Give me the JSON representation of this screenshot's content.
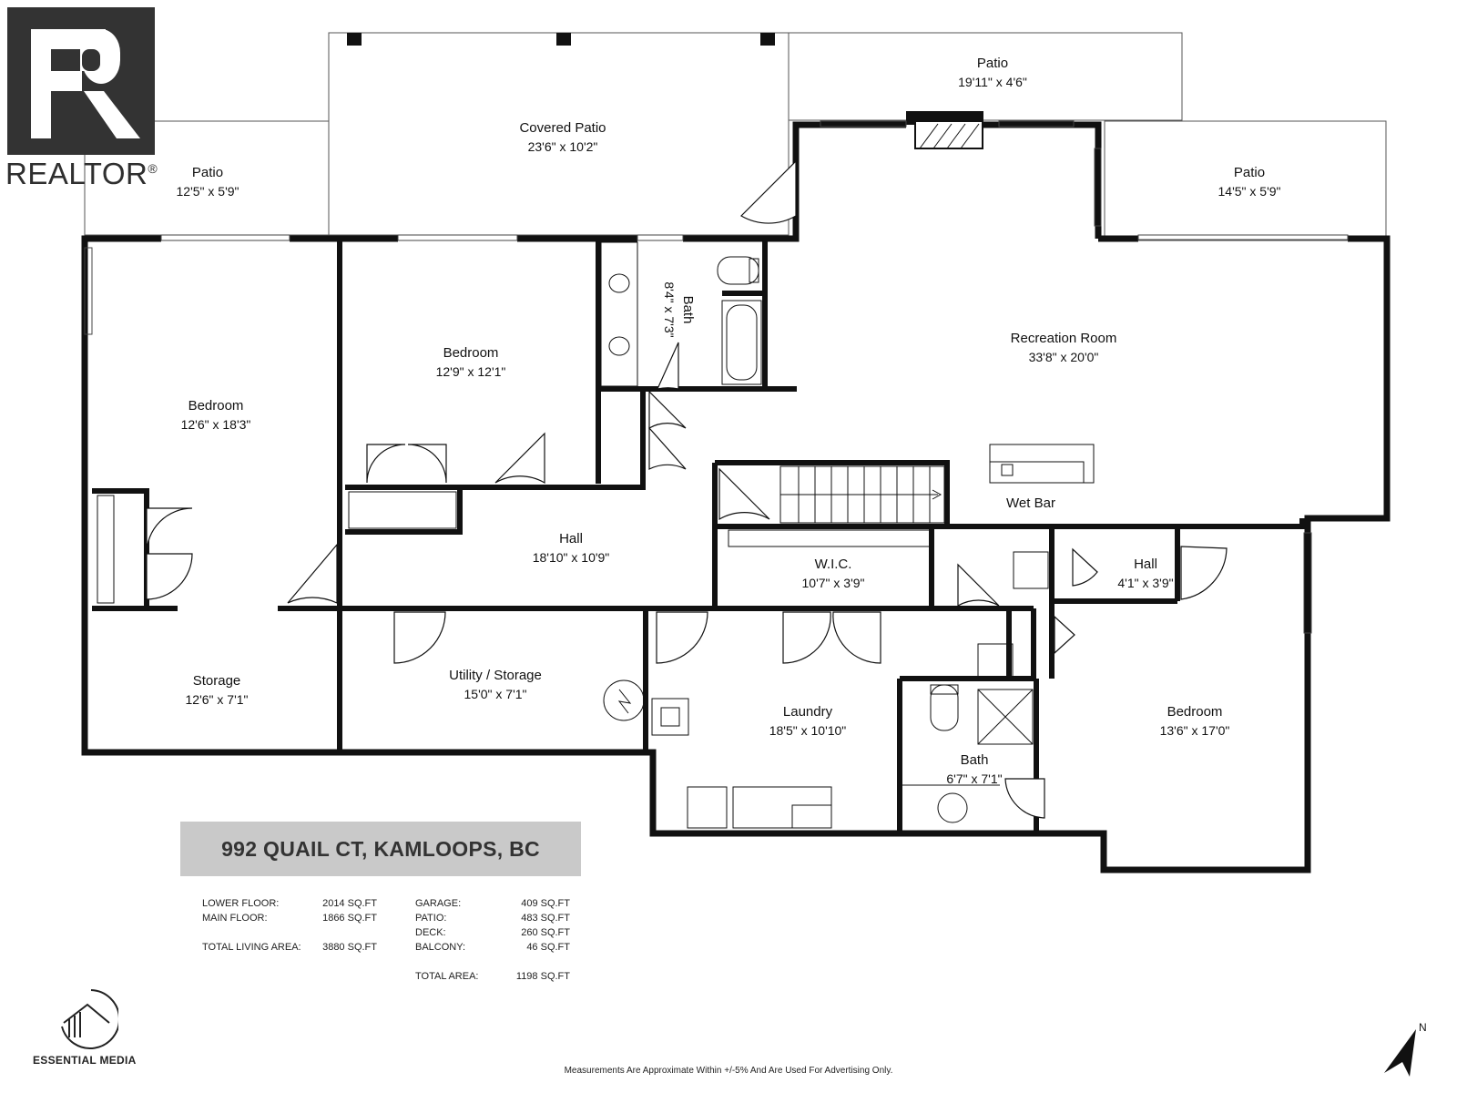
{
  "branding": {
    "realtor_word": "REALTOR",
    "realtor_reg": "®",
    "media_name": "ESSENTIAL MEDIA"
  },
  "rooms": {
    "patio_left": {
      "name": "Patio",
      "dim": "12'5\" x 5'9\""
    },
    "covered_patio": {
      "name": "Covered Patio",
      "dim": "23'6\" x 10'2\""
    },
    "patio_top": {
      "name": "Patio",
      "dim": "19'11\" x 4'6\""
    },
    "patio_right": {
      "name": "Patio",
      "dim": "14'5\" x 5'9\""
    },
    "bedroom_left": {
      "name": "Bedroom",
      "dim": "12'6\" x 18'3\""
    },
    "bedroom_mid": {
      "name": "Bedroom",
      "dim": "12'9\" x 12'1\""
    },
    "bath_top": {
      "name": "Bath",
      "dim": "8'4\" x 7'3\""
    },
    "recreation": {
      "name": "Recreation Room",
      "dim": "33'8\" x 20'0\""
    },
    "wet_bar": {
      "name": "Wet Bar"
    },
    "hall_main": {
      "name": "Hall",
      "dim": "18'10\" x 10'9\""
    },
    "wic": {
      "name": "W.I.C.",
      "dim": "10'7\" x 3'9\""
    },
    "hall_small": {
      "name": "Hall",
      "dim": "4'1\" x 3'9\""
    },
    "storage": {
      "name": "Storage",
      "dim": "12'6\" x 7'1\""
    },
    "utility": {
      "name": "Utility / Storage",
      "dim": "15'0\" x 7'1\""
    },
    "laundry": {
      "name": "Laundry",
      "dim": "18'5\" x 10'10\""
    },
    "bath_bottom": {
      "name": "Bath",
      "dim": "6'7\" x 7'1\""
    },
    "bedroom_right": {
      "name": "Bedroom",
      "dim": "13'6\" x 17'0\""
    }
  },
  "title": "992 QUAIL CT, KAMLOOPS, BC",
  "areas_left": [
    {
      "label": "LOWER FLOOR:",
      "value": "2014 SQ.FT"
    },
    {
      "label": "MAIN FLOOR:",
      "value": "1866 SQ.FT"
    },
    {
      "label": "TOTAL LIVING AREA:",
      "value": "3880 SQ.FT"
    }
  ],
  "areas_right": [
    {
      "label": "GARAGE:",
      "value": "409 SQ.FT"
    },
    {
      "label": "PATIO:",
      "value": "483 SQ.FT"
    },
    {
      "label": "DECK:",
      "value": "260 SQ.FT"
    },
    {
      "label": "BALCONY:",
      "value": "46 SQ.FT"
    },
    {
      "label": "TOTAL AREA:",
      "value": "1198 SQ.FT"
    }
  ],
  "north_label": "N",
  "footer_note": "Measurements Are Approximate Within +/-5% And Are Used For Advertising Only."
}
